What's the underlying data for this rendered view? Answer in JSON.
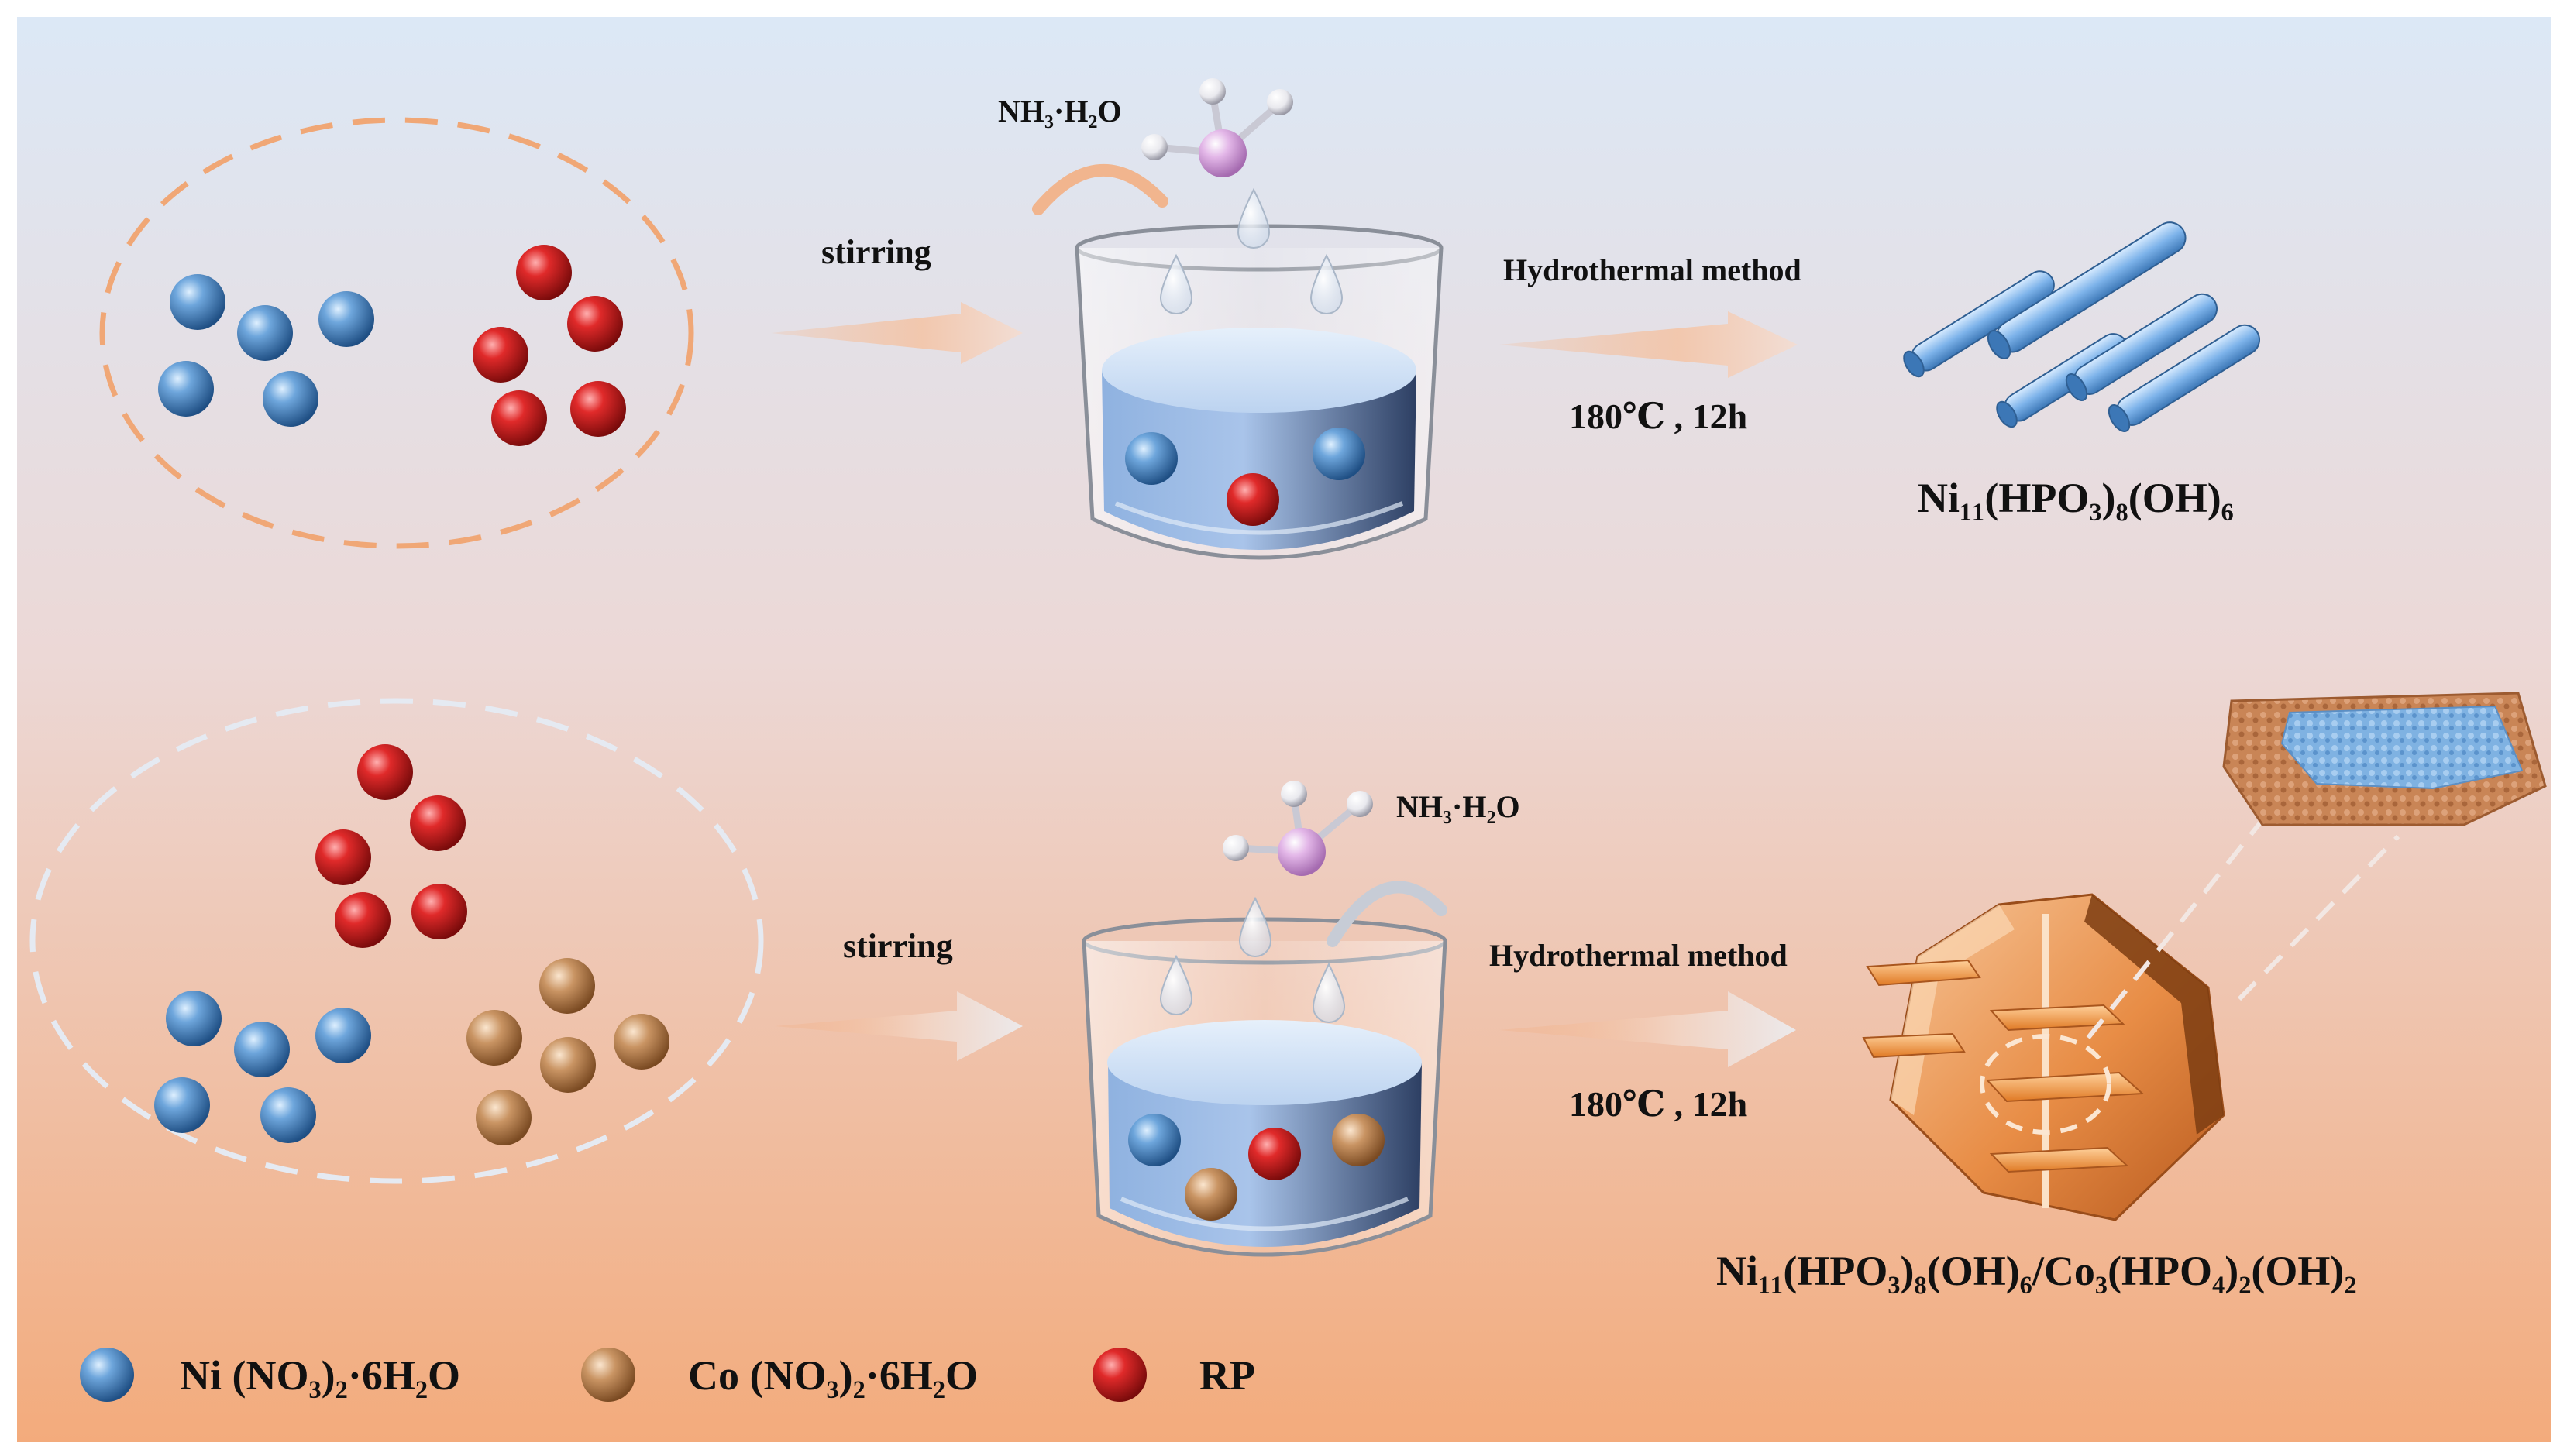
{
  "colors": {
    "nickel": "#4a86c2",
    "cobalt": "#c98a55",
    "phosphorus": "#d9232b",
    "background_top": "#dfeaf6",
    "background_bottom": "#f2b080",
    "solution": "#7fa4d6",
    "nanorod": "#7db3ea",
    "nanosheet": "#e98a3f"
  },
  "top_route": {
    "stirring_label": "stirring",
    "reagent_label": "NH₃·H₂O",
    "hydrothermal_label": "Hydrothermal method",
    "condition_label": "180℃ , 12h",
    "product_label": "Ni₁₁(HPO₃)₈(OH)₆"
  },
  "bottom_route": {
    "stirring_label": "stirring",
    "reagent_label": "NH₃·H₂O",
    "hydrothermal_label": "Hydrothermal method",
    "condition_label": "180℃ , 12h",
    "product_label": "Ni₁₁(HPO₃)₈(OH)₆/Co₃(HPO₄)₂(OH)₂"
  },
  "legend": [
    {
      "label": "Ni (NO₃)₂·6H₂O",
      "icon": "nickel-sphere-icon",
      "color": "#4a86c2"
    },
    {
      "label": "Co (NO₃)₂·6H₂O",
      "icon": "cobalt-sphere-icon",
      "color": "#c98a55"
    },
    {
      "label": "RP",
      "icon": "phosphorus-sphere-icon",
      "color": "#d9232b"
    }
  ]
}
